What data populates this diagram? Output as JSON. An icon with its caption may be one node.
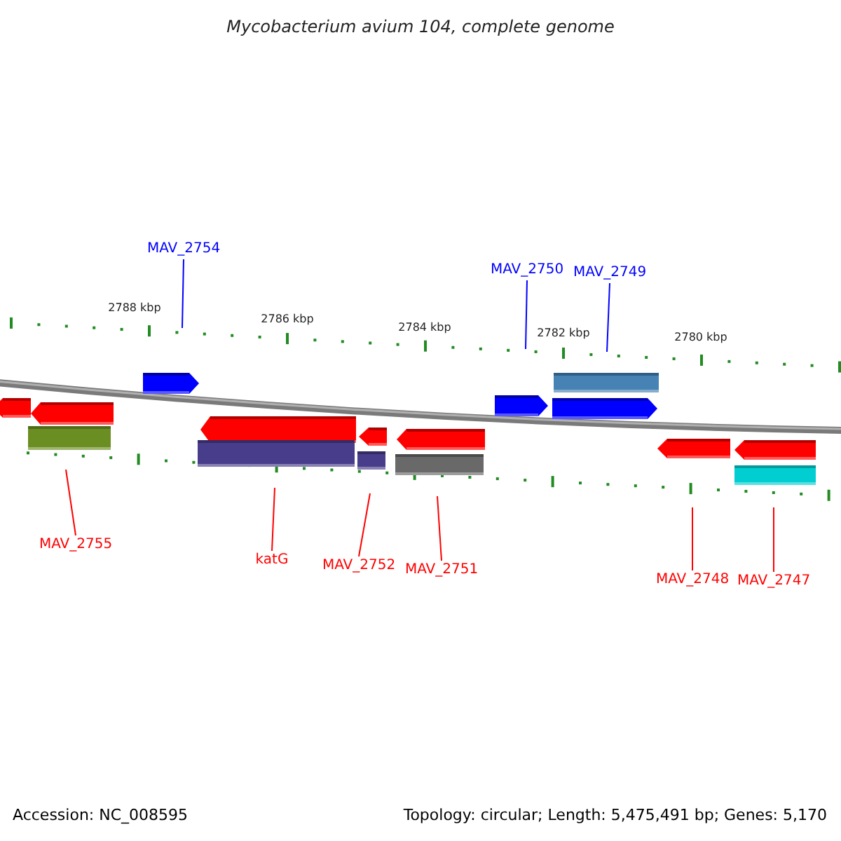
{
  "diagram": {
    "title": "Mycobacterium avium 104, complete genome",
    "nodes": [
      {
        "text": [
          "MAV_2754"
        ]
      },
      {
        "text": [
          "MAV_2750"
        ]
      },
      {
        "text": [
          "MAV_2749"
        ]
      },
      {
        "text": [
          "MAV_2755"
        ]
      },
      {
        "text": [
          "katG"
        ]
      },
      {
        "text": [
          "MAV_2752"
        ]
      },
      {
        "text": [
          "MAV_2751"
        ]
      },
      {
        "text": [
          "MAV_2748"
        ]
      },
      {
        "text": [
          "MAV_2747"
        ]
      }
    ],
    "edges": [
      {
        "from": 0,
        "to": null,
        "arrow": "none",
        "color": "#0000ff"
      },
      {
        "from": 1,
        "to": null,
        "arrow": "none",
        "color": "#0000ff"
      },
      {
        "from": 2,
        "to": null,
        "arrow": "none",
        "color": "#0000ff"
      },
      {
        "from": 3,
        "to": null,
        "arrow": "none"
      },
      {
        "from": 4,
        "to": null,
        "arrow": "none"
      },
      {
        "from": 5,
        "to": null,
        "arrow": "none"
      },
      {
        "from": 6,
        "to": null,
        "arrow": "none"
      },
      {
        "from": 7,
        "to": null,
        "arrow": "none"
      },
      {
        "from": 8,
        "to": null,
        "arrow": "none"
      }
    ],
    "labels": [
      "2788 kbp",
      "2786 kbp",
      "2784 kbp",
      "2782 kbp",
      "2780 kbp",
      "Accession: NC_008595",
      "Topology: circular; Length: 5,475,491 bp; Genes: 5,170"
    ]
  }
}
